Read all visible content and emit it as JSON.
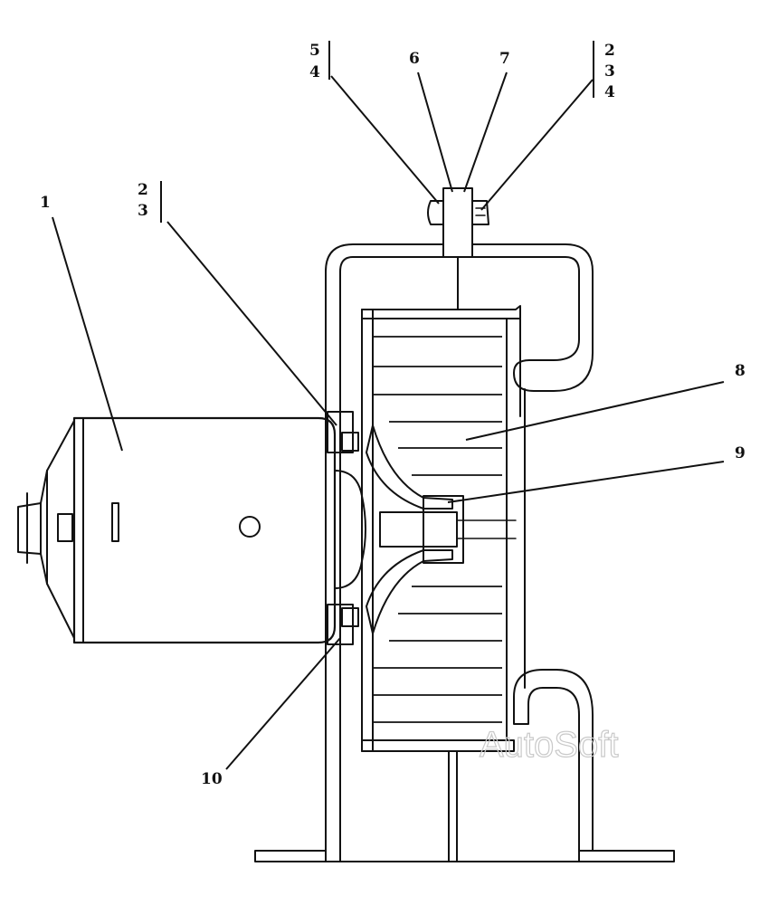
{
  "callouts": {
    "c1": "1",
    "c2_left_top": "2",
    "c3_left_bottom": "3",
    "c5": "5",
    "c4_left": "4",
    "c6": "6",
    "c7": "7",
    "c2_right": "2",
    "c3_right": "3",
    "c4_right": "4",
    "c8": "8",
    "c9": "9",
    "c10": "10"
  },
  "watermark": "AutoSoft",
  "colors": {
    "line": "#111111",
    "hatch": "#111111",
    "background": "#ffffff",
    "watermark": "#c9c9c9"
  }
}
